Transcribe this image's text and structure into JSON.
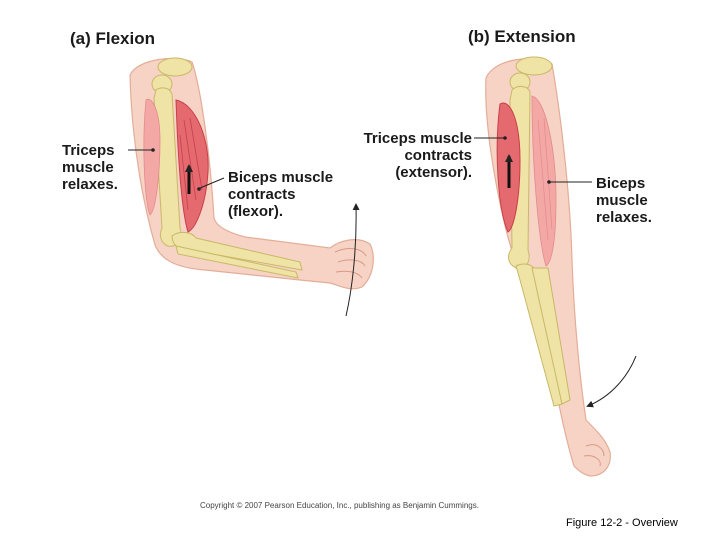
{
  "figure": {
    "panel_a": {
      "title": "(a) Flexion",
      "triceps_label": [
        "Triceps",
        "muscle",
        "relaxes."
      ],
      "biceps_label": [
        "Biceps muscle",
        "contracts",
        "(flexor)."
      ]
    },
    "panel_b": {
      "title": "(b) Extension",
      "triceps_label": [
        "Triceps muscle",
        "contracts",
        "(extensor)."
      ],
      "biceps_label": [
        "Biceps",
        "muscle",
        "relaxes."
      ]
    },
    "copyright": "Copyright © 2007 Pearson Education, Inc., publishing as Benjamin Cummings.",
    "caption": "Figure 12-2 - Overview"
  },
  "colors": {
    "skin": "#f6d3c4",
    "skin_edge": "#e3ad98",
    "bone": "#efe3a6",
    "bone_edge": "#c9b868",
    "muscle": "#e46a6f",
    "muscle_dark": "#c83f48",
    "muscle_light": "#f3a8a6",
    "label_text": "#1a1a1a"
  }
}
